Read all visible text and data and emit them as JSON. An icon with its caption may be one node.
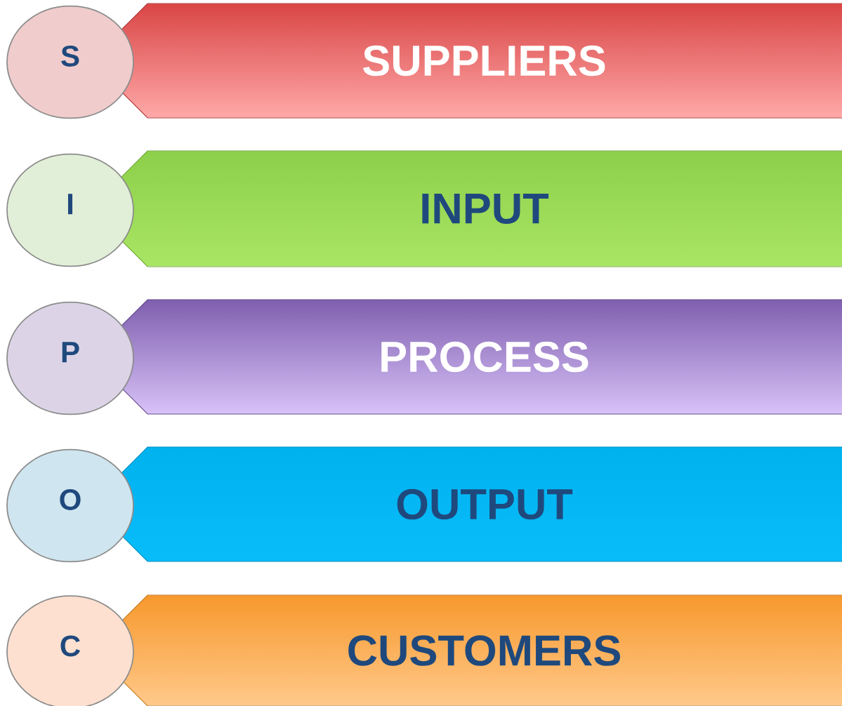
{
  "diagram": {
    "nodes": [
      {
        "text": [
          "S"
        ]
      },
      {
        "text": [
          "SUPPLIERS"
        ]
      },
      {
        "text": [
          "I"
        ]
      },
      {
        "text": [
          "INPUT"
        ]
      },
      {
        "text": [
          "P"
        ]
      },
      {
        "text": [
          "PROCESS"
        ]
      },
      {
        "text": [
          "O"
        ]
      },
      {
        "text": [
          "OUTPUT"
        ]
      },
      {
        "text": [
          "C"
        ]
      },
      {
        "text": [
          "CUSTOMERS"
        ]
      }
    ]
  }
}
